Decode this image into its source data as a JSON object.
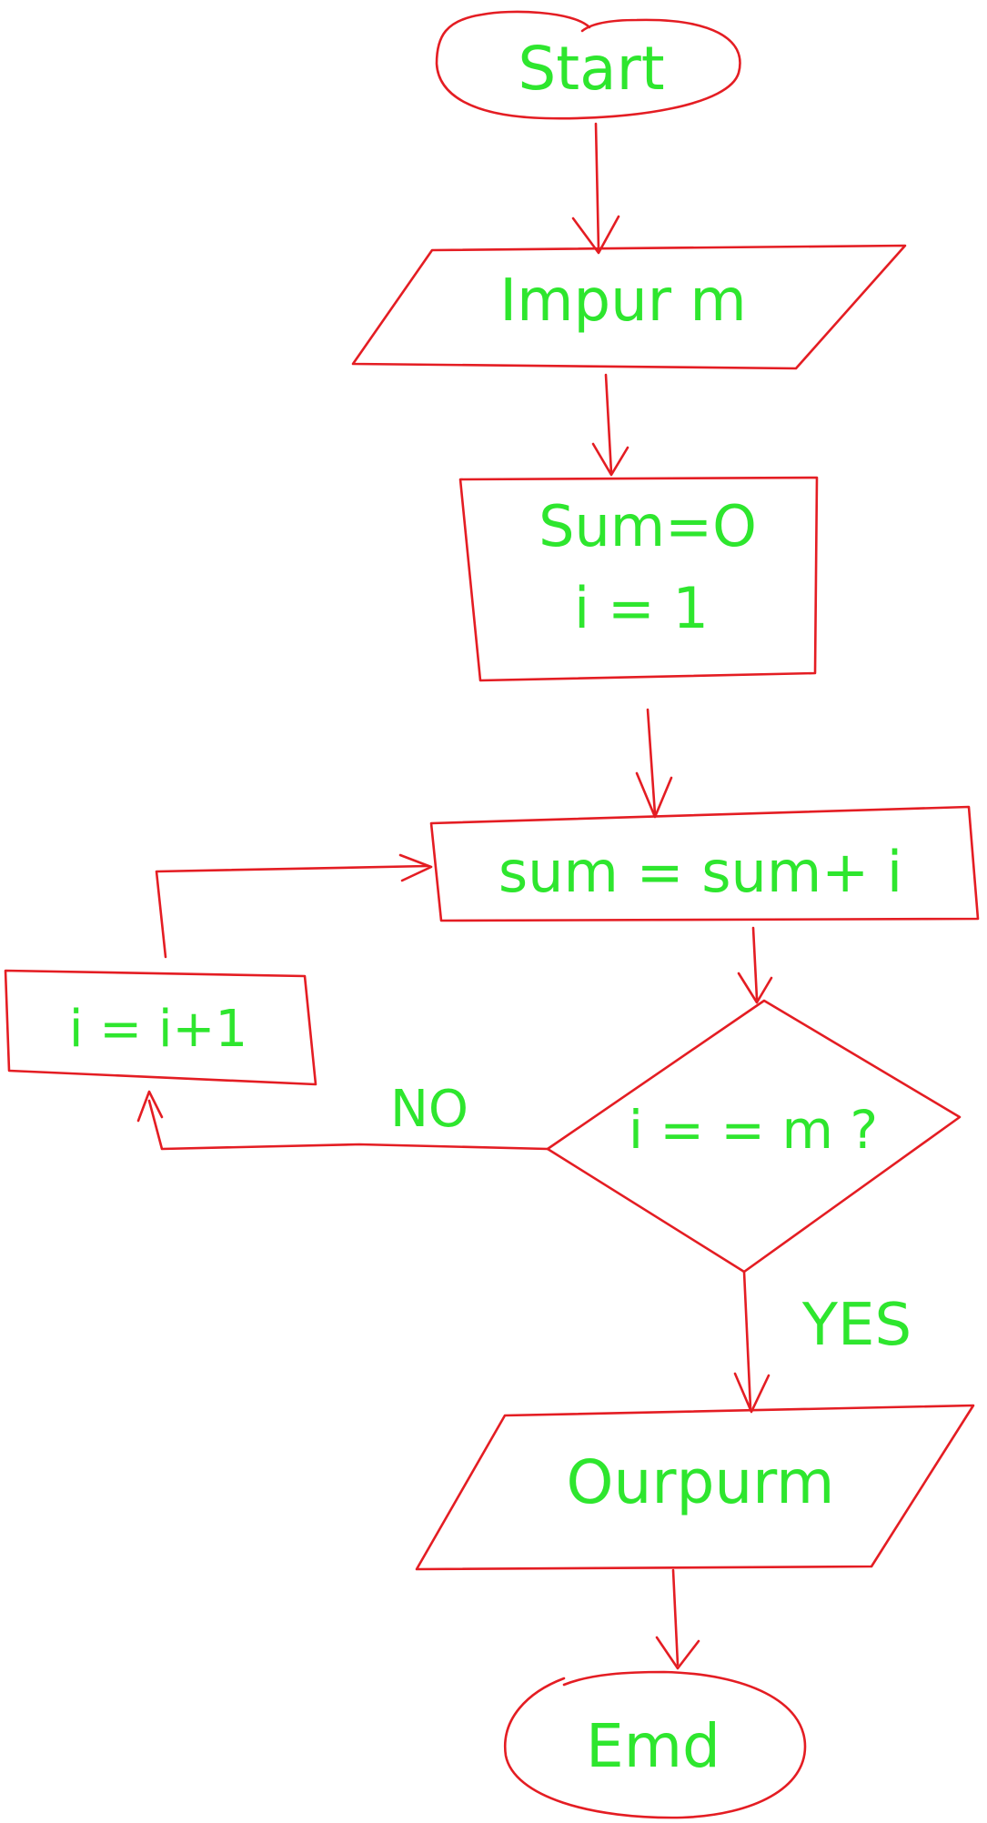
{
  "colors": {
    "stroke": "#e41d23",
    "text": "#2ee62e",
    "background": "#ffffff"
  },
  "nodes": {
    "start": "Start",
    "input": "Impur m",
    "init_sum": "Sum=O",
    "init_i": "i = 1",
    "accumulate": "sum = sum+ i",
    "condition": "i = = m ?",
    "increment": "i = i+1",
    "output": "Ourpurm",
    "end": "Emd"
  },
  "edges": {
    "no_label": "NO",
    "yes_label": "YES"
  }
}
